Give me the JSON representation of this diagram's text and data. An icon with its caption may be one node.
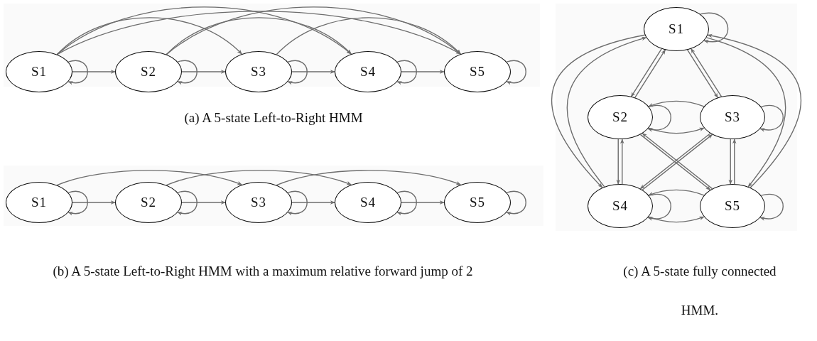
{
  "diagram": {
    "nodes": [
      {
        "text": [
          "S1"
        ]
      },
      {
        "text": [
          "S2"
        ]
      },
      {
        "text": [
          "S3"
        ]
      },
      {
        "text": [
          "S4"
        ]
      },
      {
        "text": [
          "S5"
        ]
      },
      {
        "text": [
          "S1"
        ]
      },
      {
        "text": [
          "S2"
        ]
      },
      {
        "text": [
          "S3"
        ]
      },
      {
        "text": [
          "S4"
        ]
      },
      {
        "text": [
          "S5"
        ]
      },
      {
        "text": [
          "S1"
        ]
      },
      {
        "text": [
          "S2"
        ]
      },
      {
        "text": [
          "S3"
        ]
      },
      {
        "text": [
          "S4"
        ]
      },
      {
        "text": [
          "S5"
        ]
      }
    ],
    "edges": [
      {
        "from": 0,
        "to": 0,
        "arrow": "to"
      },
      {
        "from": 1,
        "to": 1,
        "arrow": "to"
      },
      {
        "from": 2,
        "to": 2,
        "arrow": "to"
      },
      {
        "from": 3,
        "to": 3,
        "arrow": "to"
      },
      {
        "from": 4,
        "to": 4,
        "arrow": "to"
      },
      {
        "from": 0,
        "to": 1,
        "arrow": "to"
      },
      {
        "from": 1,
        "to": 2,
        "arrow": "to"
      },
      {
        "from": 2,
        "to": 3,
        "arrow": "to"
      },
      {
        "from": 3,
        "to": 4,
        "arrow": "to"
      },
      {
        "from": 0,
        "to": 2,
        "arrow": "to"
      },
      {
        "from": 1,
        "to": 3,
        "arrow": "to"
      },
      {
        "from": 2,
        "to": 4,
        "arrow": "to"
      },
      {
        "from": 0,
        "to": 3,
        "arrow": "to"
      },
      {
        "from": 1,
        "to": 4,
        "arrow": "to"
      },
      {
        "from": 0,
        "to": 4,
        "arrow": "to"
      },
      {
        "from": 5,
        "to": 5,
        "arrow": "to"
      },
      {
        "from": 6,
        "to": 6,
        "arrow": "to"
      },
      {
        "from": 7,
        "to": 7,
        "arrow": "to"
      },
      {
        "from": 8,
        "to": 8,
        "arrow": "to"
      },
      {
        "from": 9,
        "to": 9,
        "arrow": "to"
      },
      {
        "from": 5,
        "to": 6,
        "arrow": "to"
      },
      {
        "from": 6,
        "to": 7,
        "arrow": "to"
      },
      {
        "from": 7,
        "to": 8,
        "arrow": "to"
      },
      {
        "from": 8,
        "to": 9,
        "arrow": "to"
      },
      {
        "from": 5,
        "to": 7,
        "arrow": "to"
      },
      {
        "from": 6,
        "to": 8,
        "arrow": "to"
      },
      {
        "from": 7,
        "to": 9,
        "arrow": "to"
      },
      {
        "from": 10,
        "to": 10,
        "arrow": "to"
      },
      {
        "from": 11,
        "to": 11,
        "arrow": "to"
      },
      {
        "from": 12,
        "to": 12,
        "arrow": "to"
      },
      {
        "from": 13,
        "to": 13,
        "arrow": "to"
      },
      {
        "from": 14,
        "to": 14,
        "arrow": "to"
      },
      {
        "from": 10,
        "to": 11,
        "arrow": "to"
      },
      {
        "from": 11,
        "to": 10,
        "arrow": "to"
      },
      {
        "from": 10,
        "to": 12,
        "arrow": "to"
      },
      {
        "from": 12,
        "to": 10,
        "arrow": "to"
      },
      {
        "from": 10,
        "to": 13,
        "arrow": "to"
      },
      {
        "from": 13,
        "to": 10,
        "arrow": "to"
      },
      {
        "from": 10,
        "to": 14,
        "arrow": "to"
      },
      {
        "from": 14,
        "to": 10,
        "arrow": "to"
      },
      {
        "from": 11,
        "to": 12,
        "arrow": "to"
      },
      {
        "from": 12,
        "to": 11,
        "arrow": "to"
      },
      {
        "from": 11,
        "to": 13,
        "arrow": "to"
      },
      {
        "from": 13,
        "to": 11,
        "arrow": "to"
      },
      {
        "from": 11,
        "to": 14,
        "arrow": "to"
      },
      {
        "from": 14,
        "to": 11,
        "arrow": "to"
      },
      {
        "from": 12,
        "to": 13,
        "arrow": "to"
      },
      {
        "from": 13,
        "to": 12,
        "arrow": "to"
      },
      {
        "from": 12,
        "to": 14,
        "arrow": "to"
      },
      {
        "from": 14,
        "to": 12,
        "arrow": "to"
      },
      {
        "from": 13,
        "to": 14,
        "arrow": "to"
      },
      {
        "from": 14,
        "to": 13,
        "arrow": "to"
      }
    ],
    "labels": [
      "(a) A 5-state Left-to-Right HMM",
      "(b) A 5-state Left-to-Right HMM with a maximum relative forward jump of 2",
      "(c) A 5-state fully connected HMM."
    ]
  }
}
